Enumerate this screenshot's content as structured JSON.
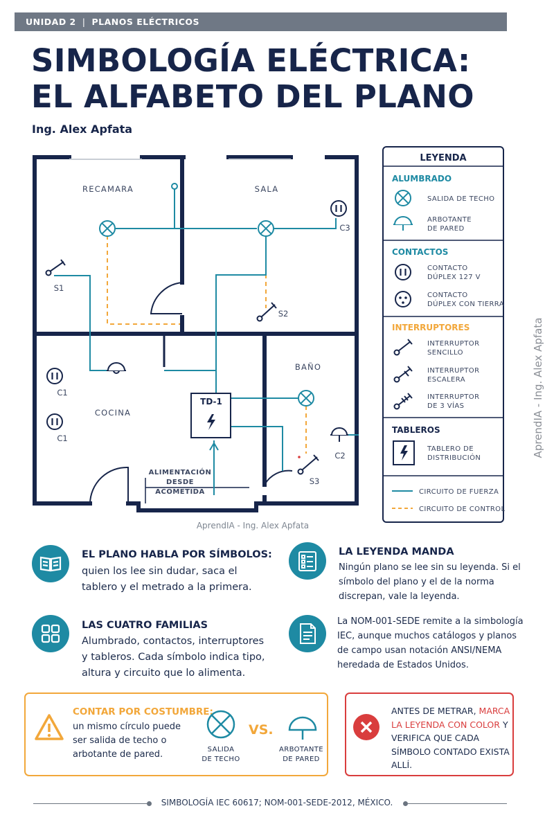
{
  "header": {
    "unit": "UNIDAD 2",
    "section": "PLANOS ELÉCTRICOS"
  },
  "title_line1": "SIMBOLOGÍA ELÉCTRICA:",
  "title_line2": "EL ALFABETO DEL PLANO",
  "author": "Ing. Alex Apfata",
  "side_credit": "AprendIA - Ing. Alex Apfata",
  "plan": {
    "rooms": {
      "recamara": "RECAMARA",
      "sala": "SALA",
      "bano": "BAÑO",
      "cocina": "COCINA"
    },
    "labels": {
      "s1": "S1",
      "s2": "S2",
      "s3": "S3",
      "c1a": "C1",
      "c1b": "C1",
      "c2": "C2",
      "c3": "C3",
      "td": "TD-1"
    },
    "feed": [
      "ALIMENTACIÓN",
      "DESDE",
      "ACOMETIDA"
    ],
    "caption": "AprendIA - Ing. Alex Apfata"
  },
  "legend": {
    "title": "LEYENDA",
    "alumbrado": {
      "title": "ALUMBRADO",
      "items": [
        [
          "SALIDA DE TECHO"
        ],
        [
          "ARBOTANTE",
          "DE PARED"
        ]
      ]
    },
    "contactos": {
      "title": "CONTACTOS",
      "items": [
        [
          "CONTACTO",
          "DÚPLEX 127 V"
        ],
        [
          "CONTACTO",
          "DÚPLEX CON TIERRA"
        ]
      ]
    },
    "interruptores": {
      "title": "INTERRUPTORES",
      "items": [
        [
          "INTERRUPTOR",
          "SENCILLO"
        ],
        [
          "INTERRUPTOR",
          "ESCALERA"
        ],
        [
          "INTERRUPTOR",
          "DE 3 VÍAS"
        ]
      ]
    },
    "tableros": {
      "title": "TABLEROS",
      "items": [
        [
          "TABLERO DE",
          "DISTRIBUCIÓN"
        ]
      ]
    },
    "lines": {
      "fuerza": "CIRCUITO DE FUERZA",
      "control": "CIRCUITO DE CONTROL"
    }
  },
  "info": {
    "b1": {
      "title": "EL PLANO HABLA POR SÍMBOLOS:",
      "text": "quien los lee sin dudar, saca el tablero y el metrado a la primera."
    },
    "b2": {
      "title": "LA LEYENDA MANDA",
      "text": "Ningún plano se lee sin su leyenda. Si el símbolo del plano y el de la norma discrepan, vale la leyenda."
    },
    "b3": {
      "title": "LAS CUATRO FAMILIAS",
      "text": "Alumbrado, contactos, interruptores y tableros. Cada símbolo indica tipo, altura y circuito que lo alimenta."
    },
    "b4": {
      "text": "La NOM-001-SEDE remite a la simbología IEC, aunque muchos catálogos y planos de campo usan notación ANSI/NEMA heredada de Estados Unidos."
    }
  },
  "warning": {
    "title": "CONTAR POR COSTUMBRE:",
    "text": "un mismo círculo puede ser salida de techo o arbotante de pared.",
    "left_label": [
      "SALIDA",
      "DE TECHO"
    ],
    "vs": "VS.",
    "right_label": [
      "ARBOTANTE",
      "DE PARED"
    ]
  },
  "alert": {
    "part1": "ANTES DE METRAR,",
    "highlight": "MARCA LA LEYENDA CON COLOR",
    "part2": "Y VERIFICA QUE CADA SÍMBOLO CONTADO EXISTA ALLÍ."
  },
  "footer": "SIMBOLOGÍA IEC 60617; NOM-001-SEDE-2012, MÉXICO.",
  "colors": {
    "navy": "#17254a",
    "teal": "#1e8aa3",
    "orange": "#f2a73a",
    "red": "#d93d3d",
    "gray": "#6f7885"
  }
}
